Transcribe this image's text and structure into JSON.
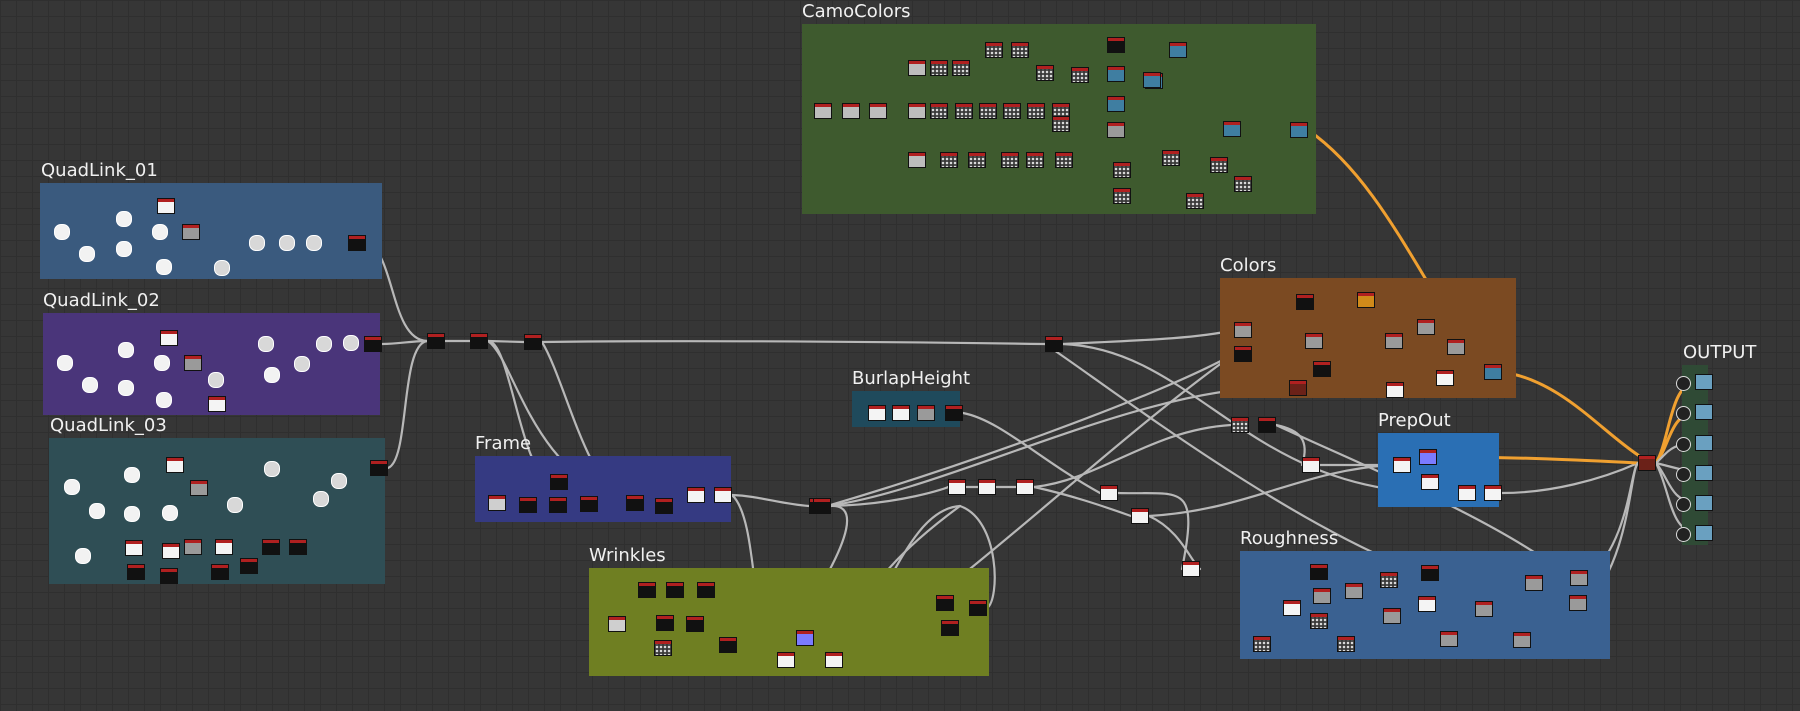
{
  "canvas": {
    "name": "node-graph-canvas"
  },
  "frames": [
    {
      "id": "camo",
      "title": "CamoColors",
      "color": "#3e5a2e"
    },
    {
      "id": "q1",
      "title": "QuadLink_01",
      "color": "#3a5a7e"
    },
    {
      "id": "q2",
      "title": "QuadLink_02",
      "color": "#4a357a"
    },
    {
      "id": "q3",
      "title": "QuadLink_03",
      "color": "#2f4e55"
    },
    {
      "id": "colors",
      "title": "Colors",
      "color": "#7b4a22"
    },
    {
      "id": "burlap",
      "title": "BurlapHeight",
      "color": "#1f4a5c"
    },
    {
      "id": "frame",
      "title": "Frame",
      "color": "#353a82"
    },
    {
      "id": "prep",
      "title": "PrepOut",
      "color": "#2a6fb4"
    },
    {
      "id": "wrinkles",
      "title": "Wrinkles",
      "color": "#6f7f22"
    },
    {
      "id": "rough",
      "title": "Roughness",
      "color": "#3a6191"
    },
    {
      "id": "output",
      "title": "OUTPUT",
      "color": "#2f4a35"
    }
  ],
  "colors": {
    "wire": "#b8b8b8",
    "wire_accent": "#f0a030",
    "header": "#b02020",
    "node_dark": "#151515"
  }
}
